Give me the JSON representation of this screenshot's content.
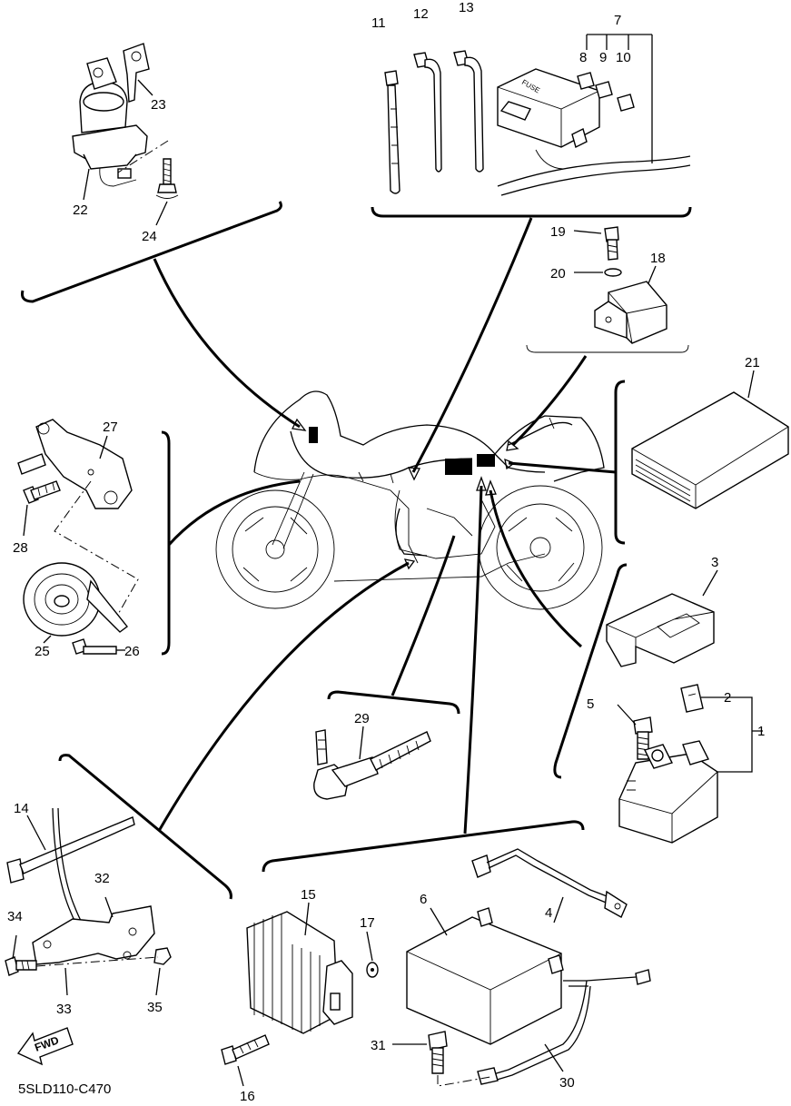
{
  "diagram_code": "5SLD110-C470",
  "fwd_label": "FWD",
  "fuse_text": "FUSE",
  "callouts": {
    "c1": "1",
    "c2": "2",
    "c3": "3",
    "c4": "4",
    "c5": "5",
    "c6": "6",
    "c7": "7",
    "c8": "8",
    "c9": "9",
    "c10": "10",
    "c11": "11",
    "c12": "12",
    "c13": "13",
    "c14": "14",
    "c15": "15",
    "c16": "16",
    "c17": "17",
    "c18": "18",
    "c19": "19",
    "c20": "20",
    "c21": "21",
    "c22": "22",
    "c23": "23",
    "c24": "24",
    "c25": "25",
    "c26": "26",
    "c27": "27",
    "c28": "28",
    "c29": "29",
    "c30": "30",
    "c31": "31",
    "c32": "32",
    "c33": "33",
    "c34": "34",
    "c35": "35"
  }
}
